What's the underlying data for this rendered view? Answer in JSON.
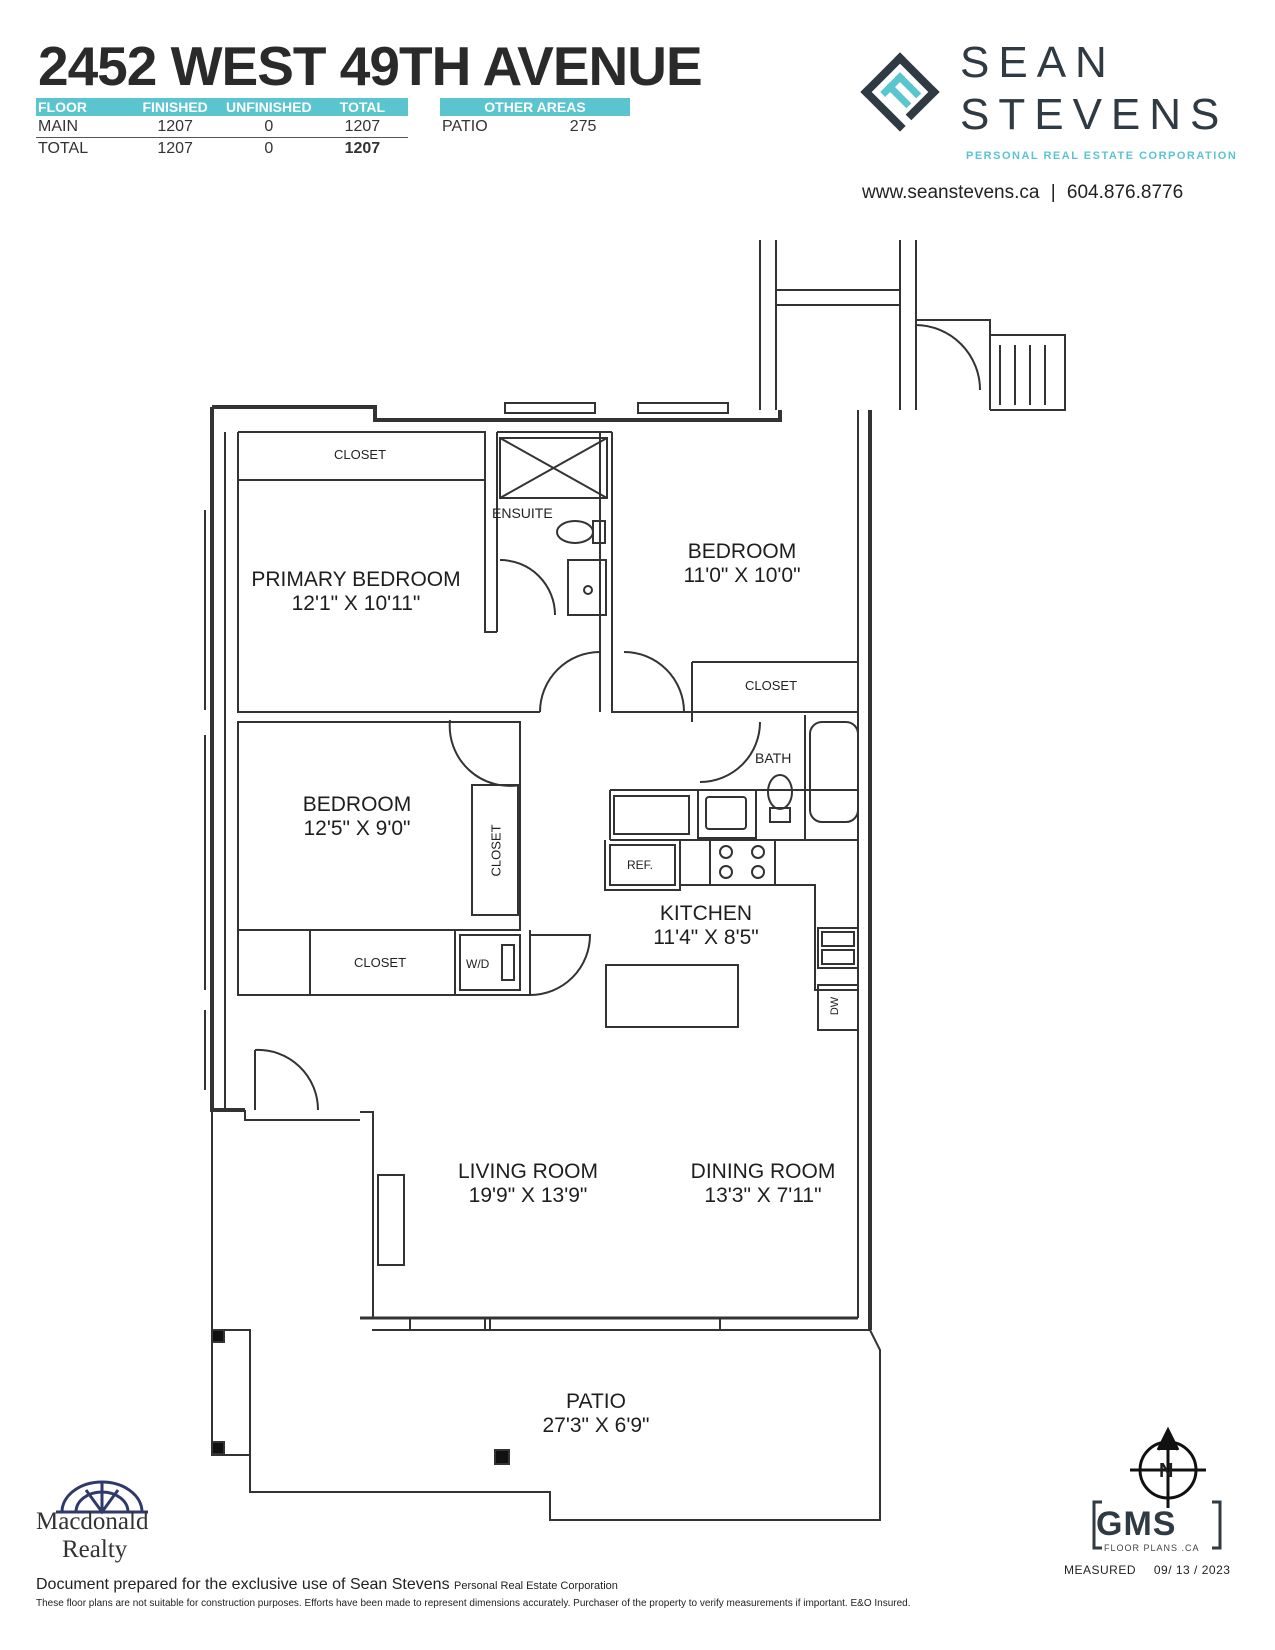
{
  "title": "2452 WEST 49TH AVENUE",
  "area_table": {
    "headers": [
      "FLOOR",
      "FINISHED",
      "UNFINISHED",
      "TOTAL"
    ],
    "rows": [
      [
        "MAIN",
        "1207",
        "0",
        "1207"
      ],
      [
        "TOTAL",
        "1207",
        "0",
        "1207"
      ]
    ]
  },
  "other_areas": {
    "header": "OTHER AREAS",
    "rows": [
      [
        "PATIO",
        "275"
      ]
    ]
  },
  "brand": {
    "line1": "SEAN",
    "line2": "STEVENS",
    "subtitle": "PERSONAL REAL ESTATE CORPORATION",
    "website": "www.seanstevens.ca",
    "phone": "604.876.8776",
    "separator": "|"
  },
  "rooms": {
    "primary_bedroom": {
      "name": "PRIMARY BEDROOM",
      "dims": "12'1\" X 10'11\""
    },
    "bedroom_ne": {
      "name": "BEDROOM",
      "dims": "11'0\" X 10'0\""
    },
    "bedroom_w": {
      "name": "BEDROOM",
      "dims": "12'5\" X 9'0\""
    },
    "kitchen": {
      "name": "KITCHEN",
      "dims": "11'4\" X 8'5\""
    },
    "living": {
      "name": "LIVING ROOM",
      "dims": "19'9\" X 13'9\""
    },
    "dining": {
      "name": "DINING ROOM",
      "dims": "13'3\" X 7'11\""
    },
    "patio": {
      "name": "PATIO",
      "dims": "27'3\" X 6'9\""
    }
  },
  "labels": {
    "closet_primary": "CLOSET",
    "ensuite": "ENSUITE",
    "closet_bedroom_ne": "CLOSET",
    "bath": "BATH",
    "closet_bedroom_w": "CLOSET",
    "ref": "REF.",
    "closet_hall": "CLOSET",
    "wd": "W/D",
    "dw": "DW"
  },
  "compass": {
    "letter": "N"
  },
  "logos": {
    "macdonald_line1": "Macdonald",
    "macdonald_line2": "Realty",
    "gms": "GMS",
    "gms_sub": "FLOOR PLANS .CA"
  },
  "measured": {
    "label": "MEASURED",
    "date": "09/ 13 / 2023"
  },
  "footer": {
    "prepared": "Document prepared for the exclusive use of Sean Stevens",
    "prepared_suffix": "Personal Real Estate Corporation",
    "disclaimer": "These floor plans are not suitable for construction purposes. Efforts have been made to represent dimensions accurately. Purchaser of the property to verify measurements if important. E&O Insured."
  },
  "colors": {
    "accent": "#5bc5cf",
    "dark": "#2f3a42",
    "wall": "#333333"
  }
}
